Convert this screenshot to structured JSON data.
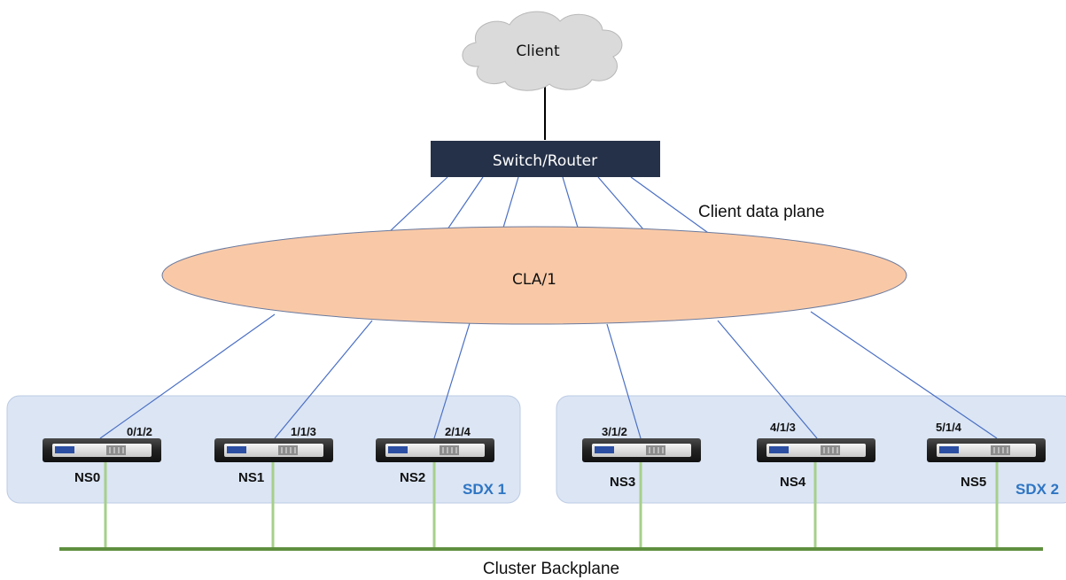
{
  "client": {
    "label": "Client"
  },
  "switch_router": {
    "label": "Switch/Router"
  },
  "client_data_plane": {
    "label": "Client data plane"
  },
  "cla": {
    "label": "CLA/1"
  },
  "backplane": {
    "label": "Cluster Backplane"
  },
  "sdx_groups": [
    {
      "label": "SDX 1"
    },
    {
      "label": "SDX 2"
    }
  ],
  "nodes": [
    {
      "name": "NS0",
      "port": "0/1/2"
    },
    {
      "name": "NS1",
      "port": "1/1/3"
    },
    {
      "name": "NS2",
      "port": "2/1/4"
    },
    {
      "name": "NS3",
      "port": "3/1/2"
    },
    {
      "name": "NS4",
      "port": "4/1/3"
    },
    {
      "name": "NS5",
      "port": "5/1/4"
    }
  ],
  "colors": {
    "link": "#4a6fc4",
    "switch_fill": "#253148",
    "cla_fill": "#f9c9a7",
    "cloud_fill": "#dadada",
    "sdx_fill": "#dbe5f4",
    "sdx_label": "#2e75c3",
    "backplane": "#5e8f3e",
    "backplane_drop": "#a6d08a"
  }
}
